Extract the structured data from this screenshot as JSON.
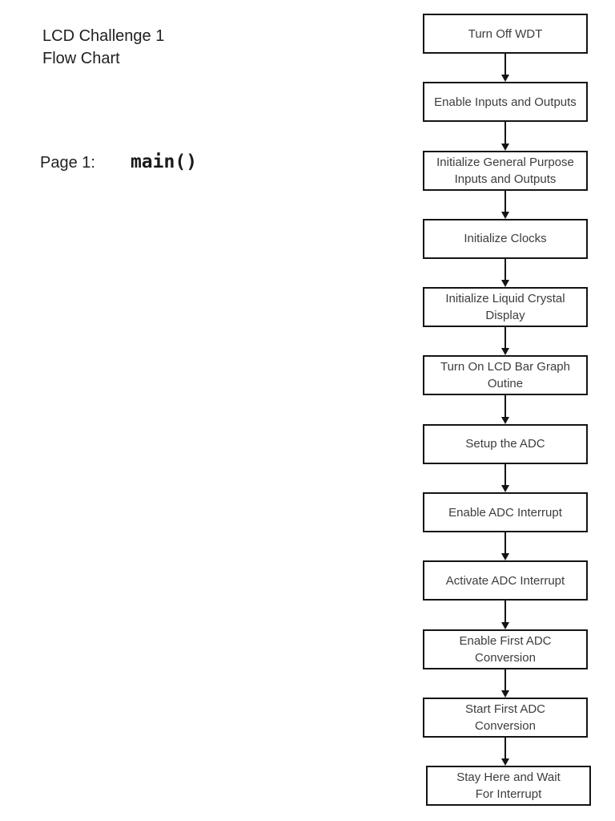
{
  "slide": {
    "title_line1": "LCD Challenge 1",
    "title_line2": "Flow Chart",
    "page_label": "Page 1:",
    "function_name": "main()"
  },
  "flowchart": {
    "nodes": [
      {
        "label": "Turn Off WDT"
      },
      {
        "label": "Enable Inputs and Outputs"
      },
      {
        "label": "Initialize General Purpose\nInputs and Outputs"
      },
      {
        "label": "Initialize Clocks"
      },
      {
        "label": "Initialize Liquid Crystal\nDisplay"
      },
      {
        "label": "Turn On LCD Bar Graph\nOutine"
      },
      {
        "label": "Setup the ADC"
      },
      {
        "label": "Enable ADC Interrupt"
      },
      {
        "label": "Activate ADC Interrupt"
      },
      {
        "label": "Enable First ADC\nConversion"
      },
      {
        "label": "Start First ADC\nConversion"
      },
      {
        "label": "Stay Here and Wait\nFor Interrupt"
      }
    ]
  },
  "colors": {
    "background": "#ffffff",
    "box_border": "#141414",
    "box_text": "#3d3d3d",
    "heading_text": "#212121",
    "arrow": "#141414"
  }
}
